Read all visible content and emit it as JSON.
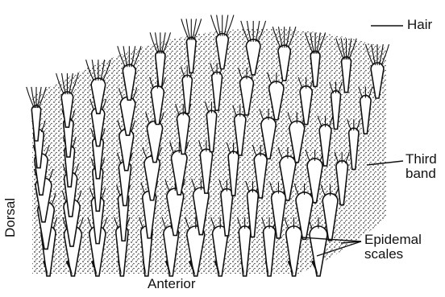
{
  "labels": {
    "hair": "Hair",
    "third_band_line1": "Third",
    "third_band_line2": "band",
    "epidermal_line1": "Epidemal",
    "epidermal_line2": "scales",
    "anterior": "Anterior",
    "dorsal": "Dorsal"
  },
  "colors": {
    "ink": "#111111",
    "paper": "#ffffff",
    "stipple": "#2a2a2a"
  }
}
